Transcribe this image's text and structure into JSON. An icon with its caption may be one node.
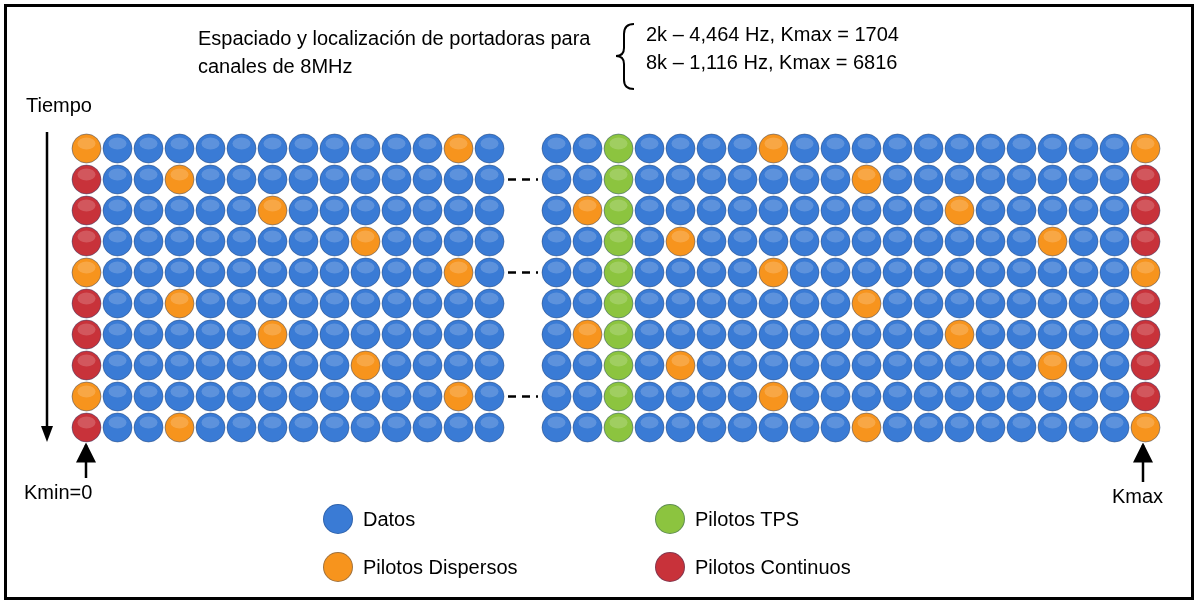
{
  "diagram": {
    "nodes": [
      {
        "text": [],
        "shape": "picture"
      },
      {
        "text": [],
        "shape": "picture"
      },
      {
        "text": [
          "Kmin=0"
        ]
      },
      {
        "text": [
          "Kmax"
        ]
      }
    ],
    "edges": [
      {
        "from": 0,
        "to": 1,
        "arrow": "none",
        "style": "dashed"
      },
      {
        "from": 0,
        "to": 1,
        "arrow": "none",
        "style": "dashed"
      },
      {
        "from": 0,
        "to": 1,
        "arrow": "none",
        "style": "dashed"
      },
      {
        "from": 2,
        "to": 0,
        "arrow": "to"
      },
      {
        "from": 3,
        "to": 1,
        "arrow": "to"
      }
    ],
    "labels": [
      "Espaciado y localización de portadoras para canales de 8MHz",
      "2k – 4,464 Hz, Kmax = 1704",
      "8k – 1,116 Hz, Kmax = 6816",
      "Tiempo"
    ],
    "legend": [
      {
        "text": "Datos",
        "color": "#3a7bd5"
      },
      {
        "text": "Pilotos TPS",
        "color": "#8cc43f"
      },
      {
        "text": "Pilotos Dispersos",
        "color": "#f7941d"
      },
      {
        "text": "Pilotos Continuos",
        "color": "#c8323a"
      }
    ]
  }
}
